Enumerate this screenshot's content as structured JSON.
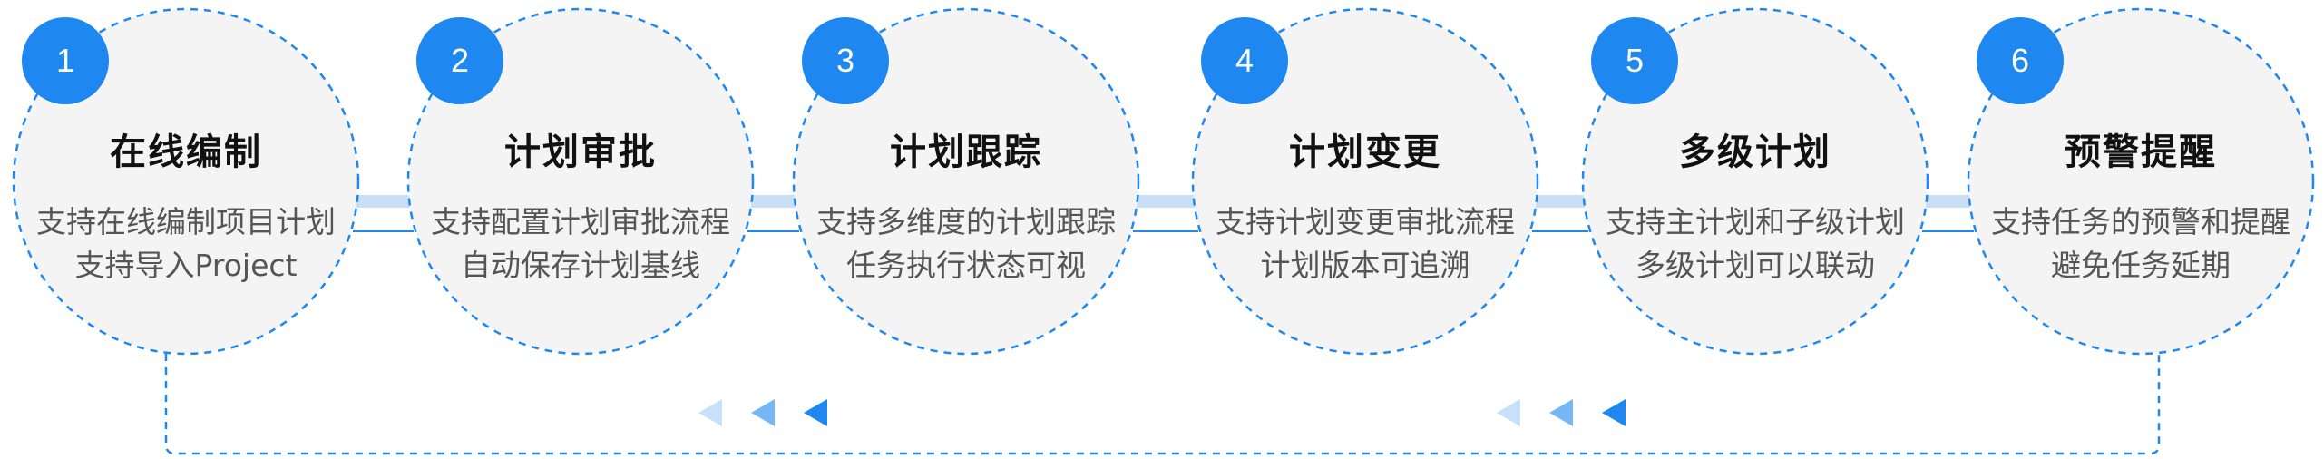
{
  "colors": {
    "accent": "#1e87f0",
    "circle_fill": "#f4f4f5",
    "dashed": "#1e87f0",
    "connector": "#c8dff6",
    "title": "#111111",
    "text": "#555555"
  },
  "steps": [
    {
      "number": "1",
      "title": "在线编制",
      "line1": "支持在线编制项目计划",
      "line2": "支持导入Project"
    },
    {
      "number": "2",
      "title": "计划审批",
      "line1": "支持配置计划审批流程",
      "line2": "自动保存计划基线"
    },
    {
      "number": "3",
      "title": "计划跟踪",
      "line1": "支持多维度的计划跟踪",
      "line2": "任务执行状态可视"
    },
    {
      "number": "4",
      "title": "计划变更",
      "line1": "支持计划变更审批流程",
      "line2": "计划版本可追溯"
    },
    {
      "number": "5",
      "title": "多级计划",
      "line1": "支持主计划和子级计划",
      "line2": "多级计划可以联动"
    },
    {
      "number": "6",
      "title": "预警提醒",
      "line1": "支持任务的预警和提醒",
      "line2": "避免任务延期"
    }
  ],
  "arrows": {
    "direction": "left",
    "groups": 2,
    "per_group": 3
  }
}
